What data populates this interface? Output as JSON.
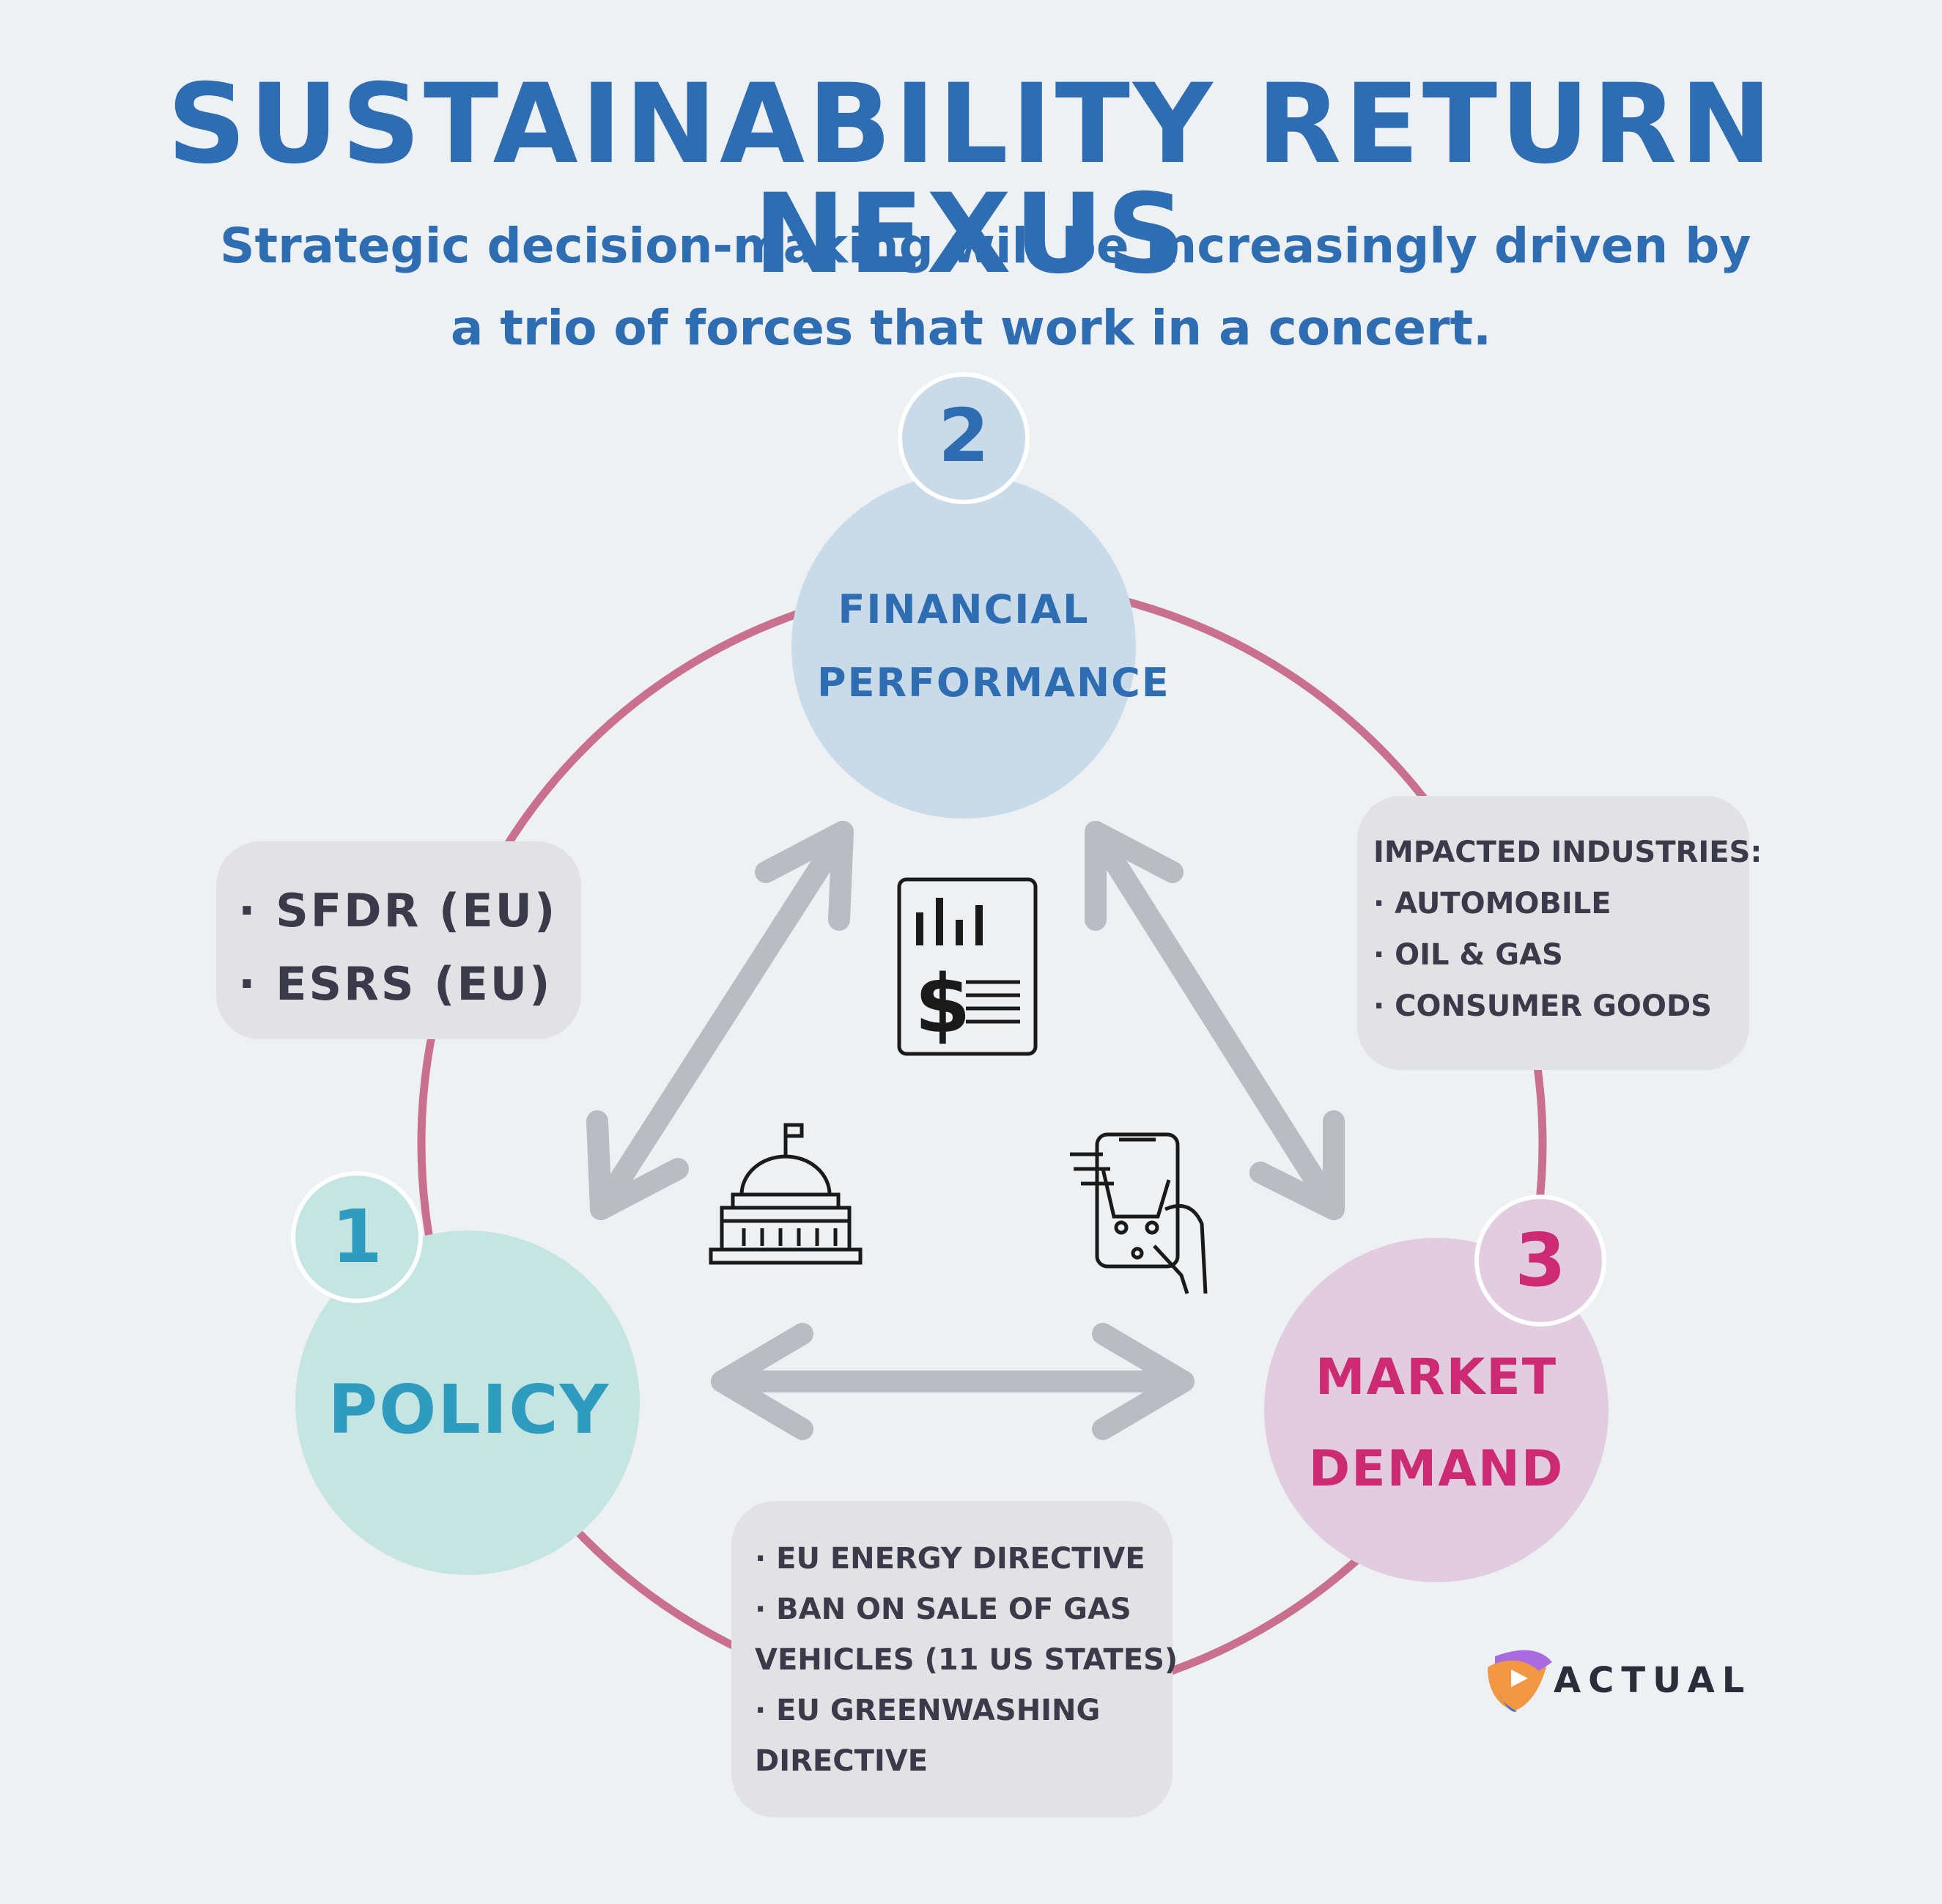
{
  "title": "Sustainability Return Nexus",
  "subtitle": {
    "line1": "Strategic decision-making will be increasingly driven by",
    "line2": "a trio of forces that work in a concert."
  },
  "nodes": {
    "financial": {
      "number": "2",
      "label_line1": "Financial",
      "label_line2": "Performance",
      "icon": "financial-report-icon",
      "color": "#c9dbe9"
    },
    "policy": {
      "number": "1",
      "label": "Policy",
      "icon": "government-building-icon",
      "color": "#c5e5e3"
    },
    "market": {
      "number": "3",
      "label_line1": "Market",
      "label_line2": "Demand",
      "icon": "mobile-shopping-icon",
      "color": "#e2cde0"
    }
  },
  "notes": {
    "policy": [
      "· SFDR (EU)",
      "· ESRS (EU)"
    ],
    "market": [
      "Impacted industries:",
      "· Automobile",
      "· Oil & Gas",
      "· Consumer Goods"
    ],
    "bottom": [
      "· EU Energy Directive",
      "· Ban on sale of gas",
      "vehicles (11 US states)",
      "· EU Greenwashing",
      "Directive"
    ]
  },
  "logo": {
    "text": "ACTUAL",
    "icon": "actual-logo-icon"
  },
  "colors": {
    "background": "#eef1f3",
    "ring": "#c8708e",
    "arrows": "#b9bcc2",
    "title": "#2f6db3",
    "policy_text": "#2e9bbf",
    "market_text": "#cc2a72",
    "note_box": "#e2e2e4"
  }
}
